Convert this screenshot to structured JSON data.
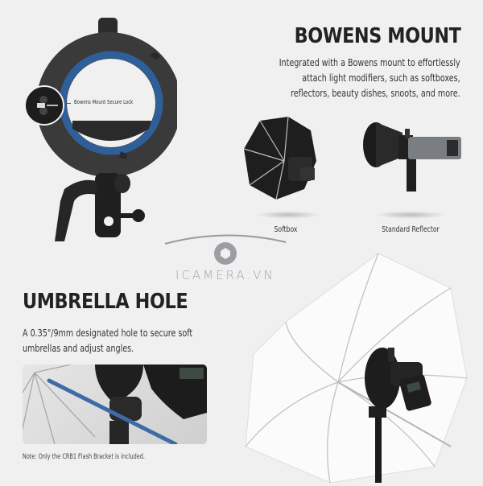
{
  "bowens": {
    "title": "BOWENS MOUNT",
    "description_lines": [
      "Integrated with a Bowens mount to effortlessly",
      "attach light modifiers, such as softboxes,",
      "reflectors, beauty dishes, snoots, and more."
    ],
    "callout_label": "Bowens Mount Secure Lock",
    "modifiers": [
      {
        "label": "Softbox"
      },
      {
        "label": "Standard Reflector"
      }
    ]
  },
  "watermark": {
    "text": "ICAMERA.VN"
  },
  "umbrella": {
    "title": "UMBRELLA HOLE",
    "description_lines": [
      "A 0.35\"/9mm designated hole to secure soft",
      "umbrellas and adjust angles."
    ],
    "note": "Note: Only the CRB1 Flash Bracket is included."
  },
  "colors": {
    "background": "#f0f0f0",
    "ring_blue": "#2f5f99",
    "bracket_dark": "#3b3b3b",
    "rod_blue": "#4a78b0"
  }
}
